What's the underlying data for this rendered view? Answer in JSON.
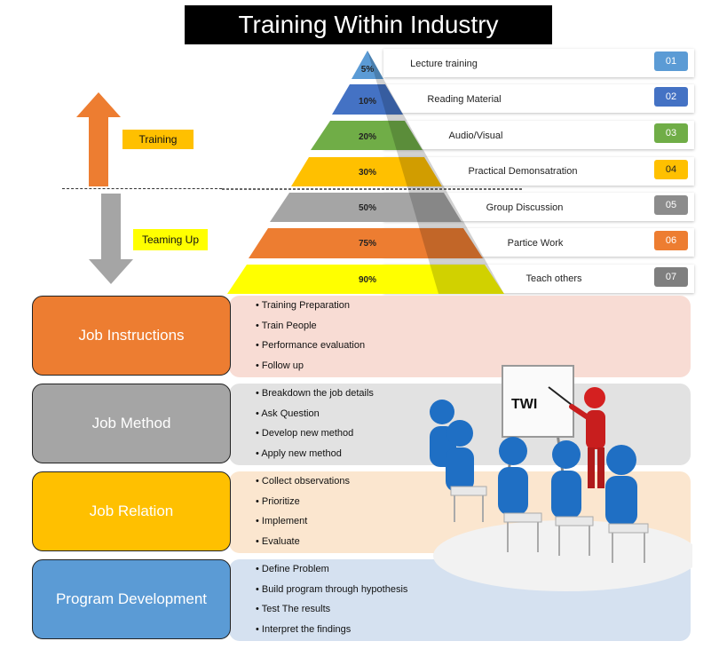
{
  "title": "Training Within Industry",
  "left": {
    "training_label": "Training",
    "teaming_label": "Teaming Up"
  },
  "pyramid": [
    {
      "pct": "5%",
      "label": "Lecture training",
      "num": "01",
      "color": "#5b9bd5",
      "badge": "#5b9bd5"
    },
    {
      "pct": "10%",
      "label": "Reading Material",
      "num": "02",
      "color": "#4472c4",
      "badge": "#4472c4"
    },
    {
      "pct": "20%",
      "label": "Audio/Visual",
      "num": "03",
      "color": "#70ad47",
      "badge": "#70ad47"
    },
    {
      "pct": "30%",
      "label": "Practical Demonsatration",
      "num": "04",
      "color": "#ffc000",
      "badge": "#ffc000"
    },
    {
      "pct": "50%",
      "label": "Group Discussion",
      "num": "05",
      "color": "#a5a5a5",
      "badge": "#8c8c8c"
    },
    {
      "pct": "75%",
      "label": "Partice Work",
      "num": "06",
      "color": "#ed7d31",
      "badge": "#ed7d31"
    },
    {
      "pct": "90%",
      "label": "Teach others",
      "num": "07",
      "color": "#ffff00",
      "badge": "#7f7f7f"
    }
  ],
  "sections": [
    {
      "name": "Job Instructions",
      "color": "#ed7d31",
      "panel": "#f8dcd4",
      "items": [
        "Training Preparation",
        "Train People",
        "Performance evaluation",
        " Follow up"
      ]
    },
    {
      "name": "Job Method",
      "color": "#a5a5a5",
      "panel": "#e2e2e2",
      "items": [
        "Breakdown the job details",
        "Ask Question",
        "Develop new method",
        "Apply new method"
      ]
    },
    {
      "name": "Job Relation",
      "color": "#ffc000",
      "panel": "#fbe6cf",
      "items": [
        "Collect observations",
        "Prioritize",
        "Implement",
        "Evaluate"
      ]
    },
    {
      "name": "Program Development",
      "color": "#5b9bd5",
      "panel": "#d5e1f0",
      "items": [
        "Define Problem",
        "Build program through hypothesis",
        "Test The results",
        "Interpret the findings"
      ]
    }
  ],
  "illustration": {
    "board_text": "TWI"
  }
}
